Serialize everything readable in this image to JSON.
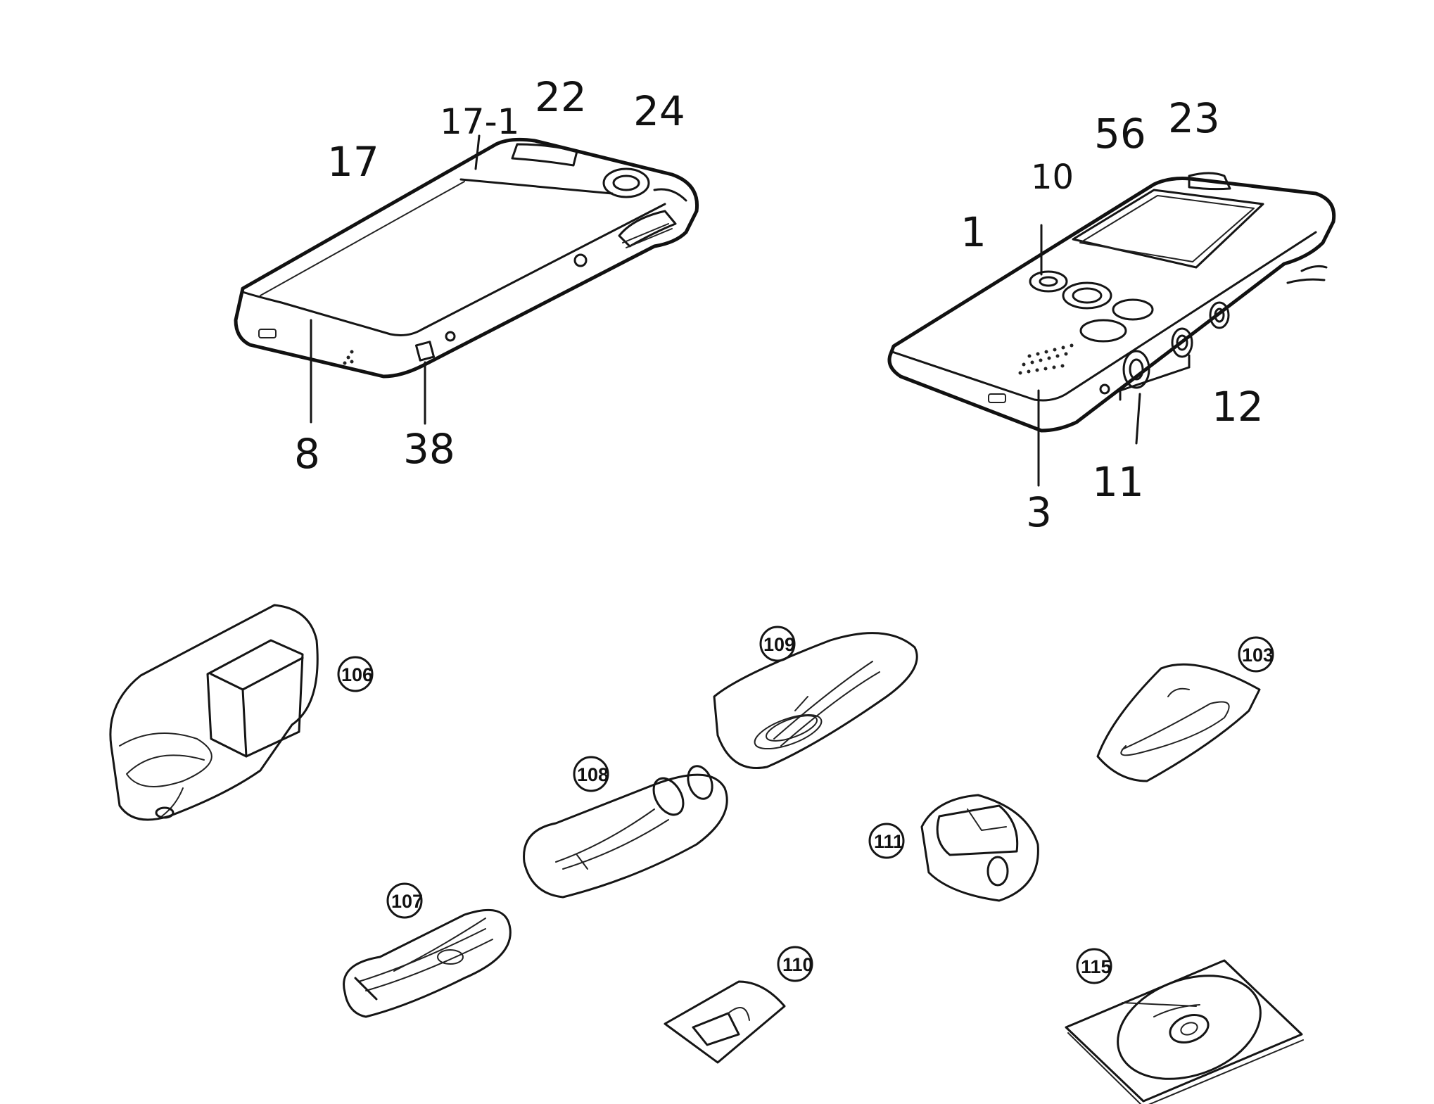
{
  "device_back": {
    "labels": {
      "back_cover": "17",
      "cover_mark": "17-1",
      "top_port": "22",
      "dial": "24",
      "end_face": "8",
      "side_switch": "38"
    }
  },
  "device_front": {
    "labels": {
      "body": "1",
      "button": "10",
      "display": "56",
      "top_port": "23",
      "speaker_grille": "3",
      "side_buttons": "11",
      "jack": "12"
    }
  },
  "accessories": [
    {
      "id": "106",
      "label": "106"
    },
    {
      "id": "109",
      "label": "109"
    },
    {
      "id": "103",
      "label": "103"
    },
    {
      "id": "108",
      "label": "108"
    },
    {
      "id": "111",
      "label": "111"
    },
    {
      "id": "107",
      "label": "107"
    },
    {
      "id": "110",
      "label": "110"
    },
    {
      "id": "115",
      "label": "115"
    }
  ]
}
